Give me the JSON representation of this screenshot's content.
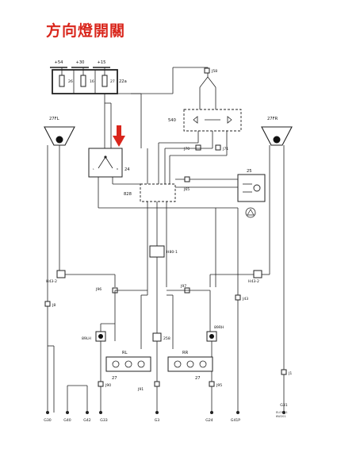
{
  "title": "方向燈開關",
  "colors": {
    "title": "#d9261c",
    "arrow": "#d9261c",
    "line": "#222222"
  },
  "supply": {
    "terminals": [
      "+54",
      "+30",
      "+15"
    ],
    "fuses": [
      "26",
      "16",
      "27"
    ],
    "fuse_box": "22a"
  },
  "components": {
    "c24": "24",
    "c25": "25",
    "c540": "540",
    "c828": "828",
    "h43_2_l": "H43-2",
    "h43_2_r": "H43-2",
    "h80_1": "H80-1",
    "c258": "258",
    "rl": "RL",
    "rr": "RR",
    "c27_l": "27",
    "c27_r": "27",
    "front_left": "27FL",
    "front_right": "27FR",
    "rear_left_side": "89LH",
    "rear_right_side": "89RH"
  },
  "junctions": {
    "j58": "J58",
    "j70": "J70",
    "j71": "J71",
    "j65": "J65",
    "j96": "J96",
    "j97": "J97",
    "j8": "J8",
    "j43": "J43",
    "j90": "J90",
    "j91": "J91",
    "j95": "J95",
    "j1": "J1"
  },
  "grounds": [
    "G30",
    "G40",
    "G42",
    "G33",
    "G3",
    "G24",
    "G41P",
    "G31"
  ],
  "footnote": [
    "EL07-11",
    "6W201"
  ]
}
